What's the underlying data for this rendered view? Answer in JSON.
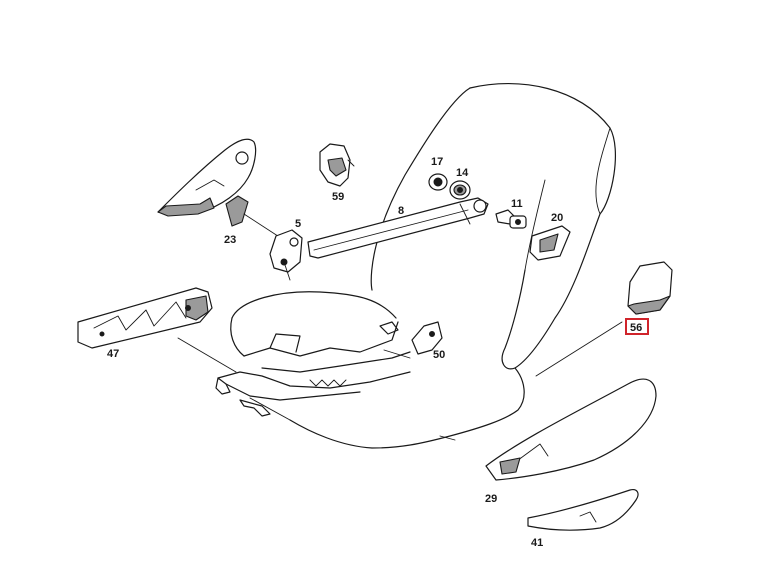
{
  "diagram": {
    "highlight_color": "#d0242b",
    "parts": [
      {
        "id": "p23",
        "label": "23"
      },
      {
        "id": "p59",
        "label": "59"
      },
      {
        "id": "p5",
        "label": "5"
      },
      {
        "id": "p8",
        "label": "8"
      },
      {
        "id": "p17",
        "label": "17"
      },
      {
        "id": "p14",
        "label": "14"
      },
      {
        "id": "p11",
        "label": "11"
      },
      {
        "id": "p20",
        "label": "20"
      },
      {
        "id": "p56",
        "label": "56",
        "highlighted": true
      },
      {
        "id": "p47",
        "label": "47"
      },
      {
        "id": "p50",
        "label": "50"
      },
      {
        "id": "p29",
        "label": "29"
      },
      {
        "id": "p41",
        "label": "41"
      }
    ]
  }
}
